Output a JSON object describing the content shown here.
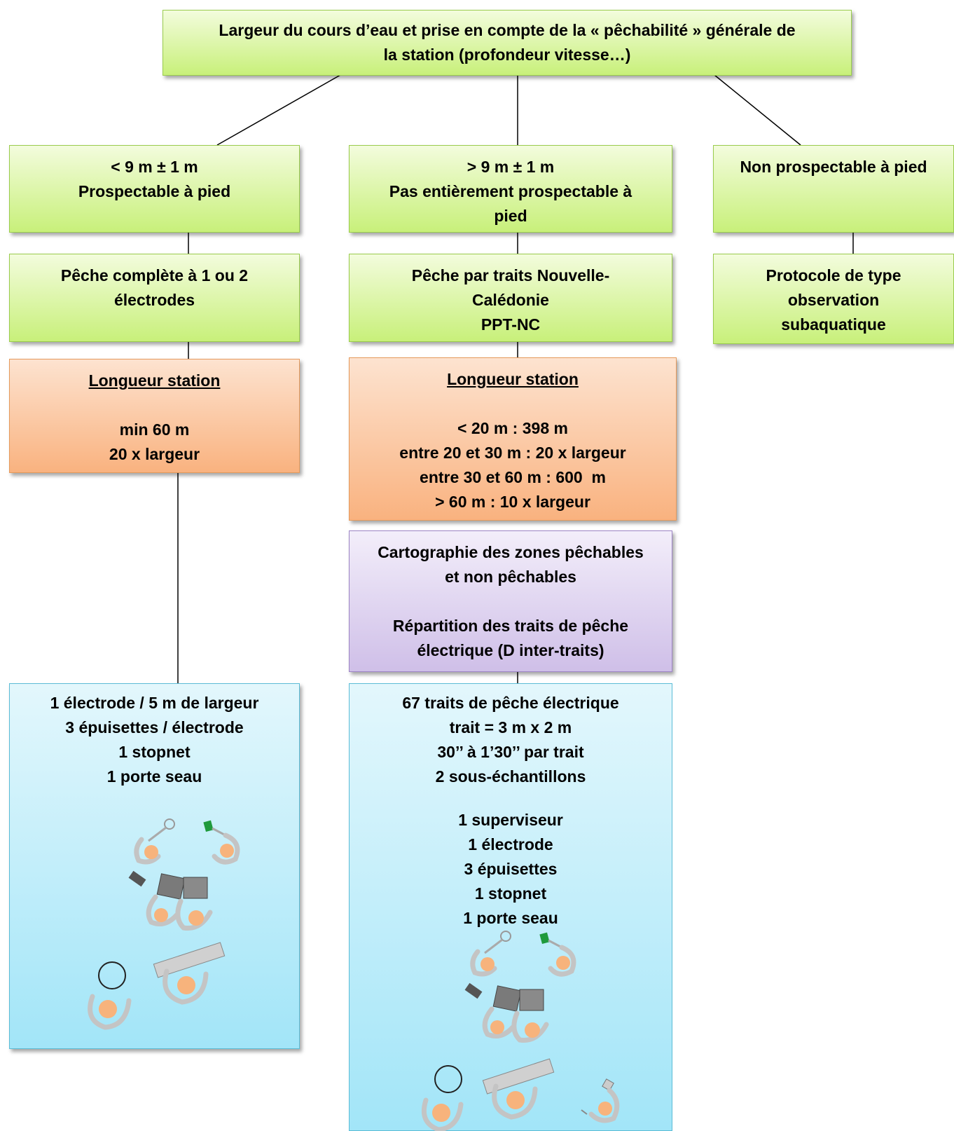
{
  "top": {
    "lines": [
      "Largeur du cours d’eau et prise en compte de la « pêchabilité » générale de",
      "la station (profondeur vitesse…)"
    ]
  },
  "col1": {
    "criteria": [
      "< 9 m ± 1 m",
      "Prospectable à pied"
    ],
    "method": [
      "Pêche complète à 1 ou 2",
      "électrodes"
    ],
    "length_title": "Longueur station",
    "length": [
      "min 60 m",
      "20 x largeur"
    ],
    "team": [
      "1 électrode / 5 m de largeur",
      "3 épuisettes / électrode",
      "1 stopnet",
      "1 porte seau"
    ]
  },
  "col2": {
    "criteria": [
      "> 9 m ± 1 m",
      "Pas entièrement prospectable à",
      "pied"
    ],
    "method": [
      "Pêche par traits Nouvelle-",
      "Calédonie",
      "PPT-NC"
    ],
    "length_title": "Longueur station",
    "length": [
      "< 20 m : 398 m",
      "entre 20 et 30 m : 20 x largeur",
      "entre 30 et 60 m : 600  m",
      "> 60 m : 10 x largeur"
    ],
    "mapping": [
      "Cartographie des zones pêchables",
      "et non pêchables"
    ],
    "distribution": [
      "Répartition des traits de pêche",
      "électrique (D inter-traits)"
    ],
    "traits": [
      "67 traits de pêche électrique",
      "trait = 3 m x 2 m",
      "30’’ à 1’30’’ par trait",
      "2 sous-échantillons"
    ],
    "team": [
      "1 superviseur",
      "1 électrode",
      "3 épuisettes",
      "1 stopnet",
      "1 porte seau"
    ]
  },
  "col3": {
    "criteria": [
      "Non prospectable à pied"
    ],
    "method": [
      "Protocole de type",
      "observation",
      "subaquatique"
    ]
  },
  "colors": {
    "green": "#c8f07a",
    "orange": "#f9b27f",
    "purple": "#cfbfe8",
    "blue": "#a2e5f8",
    "skin": "#f7b37c",
    "arms": "#c4c4c4",
    "net_green": "#1f9a3c"
  }
}
